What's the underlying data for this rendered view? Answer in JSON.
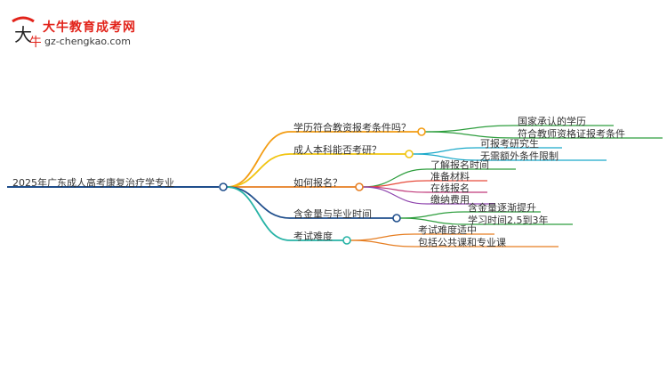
{
  "logo": {
    "title": "大牛教育成考网",
    "url": "gz-chengkao.com"
  },
  "mindmap": {
    "root": "2025年广东成人高考康复治疗学专业",
    "branches": [
      {
        "label": "学历符合教资报考条件吗？",
        "color": "#f39c12",
        "leaves": [
          "国家承认的学历",
          "符合教师资格证报考条件"
        ],
        "leaf_color": "#2e9e3e"
      },
      {
        "label": "成人本科能否考研？",
        "color": "#f1c40f",
        "leaves": [
          "可报考研究生",
          "无需额外条件限制"
        ],
        "leaf_color": "#1ba9c9"
      },
      {
        "label": "如何报名？",
        "color": "#e67e22",
        "leaves": [
          "了解报名时间",
          "准备材料",
          "在线报名",
          "缴纳费用"
        ],
        "leaf_colors": [
          "#2e9e3e",
          "#e74c3c",
          "#c0397a",
          "#8e44ad"
        ]
      },
      {
        "label": "含金量与毕业时间",
        "color": "#1f4e8c",
        "leaves": [
          "含金量逐渐提升",
          "学习时间2.5到3年"
        ],
        "leaf_color": "#2e9e3e"
      },
      {
        "label": "考试难度",
        "color": "#27b3a6",
        "leaves": [
          "考试难度适中",
          "包括公共课和专业课"
        ],
        "leaf_color": "#e67e22"
      }
    ]
  }
}
